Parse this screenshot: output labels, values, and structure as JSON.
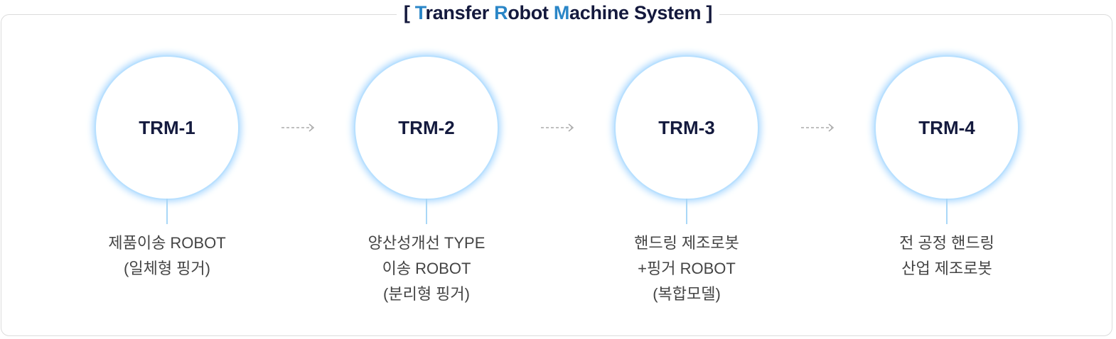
{
  "title": {
    "open": "[",
    "parts": [
      {
        "hl": "T",
        "rest": "ransfer "
      },
      {
        "hl": "R",
        "rest": "obot "
      },
      {
        "hl": "M",
        "rest": "achine System"
      }
    ],
    "close": "]"
  },
  "nodes": [
    {
      "label": "TRM-1",
      "lines": [
        "제품이송 ROBOT",
        "(일체형 핑거)"
      ]
    },
    {
      "label": "TRM-2",
      "lines": [
        "양산성개선 TYPE",
        "이송 ROBOT",
        "(분리형 핑거)"
      ]
    },
    {
      "label": "TRM-3",
      "lines": [
        "핸드링 제조로봇",
        "+핑거 ROBOT",
        "(복합모델)"
      ]
    },
    {
      "label": "TRM-4",
      "lines": [
        "전 공정 핸드링",
        "산업 제조로봇"
      ]
    }
  ],
  "colors": {
    "accent": "#2a86c7",
    "dark": "#14193d",
    "glow": "#a6d6ff"
  }
}
